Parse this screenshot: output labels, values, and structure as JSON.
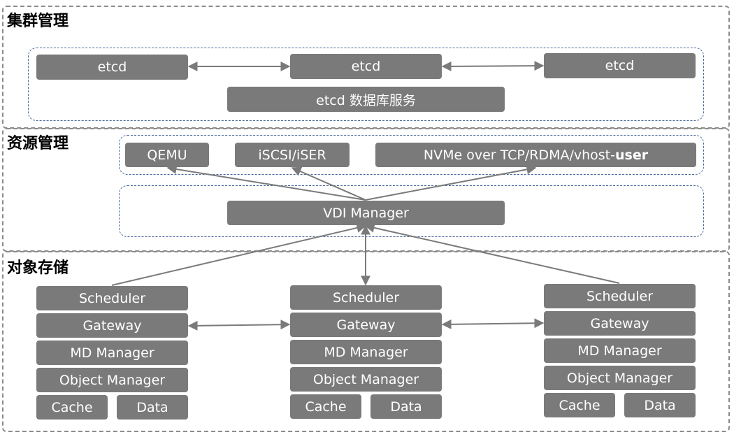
{
  "sections": {
    "cluster": {
      "title": "集群管理"
    },
    "resource": {
      "title": "资源管理"
    },
    "object": {
      "title": "对象存储"
    }
  },
  "cluster": {
    "etcd_nodes": [
      "etcd",
      "etcd",
      "etcd"
    ],
    "etcd_db": "etcd 数据库服务"
  },
  "resource": {
    "qemu": "QEMU",
    "iscsi": "iSCSI/iSER",
    "nvme_prefix": "NVMe over TCP/RDMA/vhost-",
    "nvme_suffix": "user",
    "vdi_manager": "VDI Manager"
  },
  "nodes": [
    {
      "scheduler": "Scheduler",
      "gateway": "Gateway",
      "md_manager": "MD Manager",
      "object_manager": "Object Manager",
      "cache": "Cache",
      "data": "Data"
    },
    {
      "scheduler": "Scheduler",
      "gateway": "Gateway",
      "md_manager": "MD Manager",
      "object_manager": "Object Manager",
      "cache": "Cache",
      "data": "Data"
    },
    {
      "scheduler": "Scheduler",
      "gateway": "Gateway",
      "md_manager": "MD Manager",
      "object_manager": "Object Manager",
      "cache": "Cache",
      "data": "Data"
    }
  ],
  "colors": {
    "box_fill": "#7a7a7a",
    "box_text": "#ffffff",
    "arrow": "#7a7a7a",
    "section_border": "#8c8c8c",
    "group_border": "#4a6a9a"
  }
}
